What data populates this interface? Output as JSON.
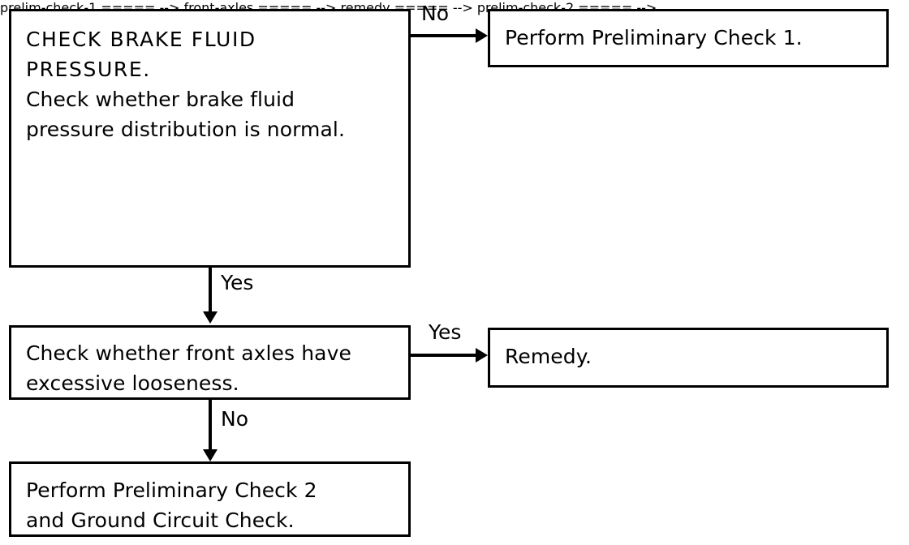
{
  "diagram": {
    "title": "Brake fluid pressure diagnostic flowchart",
    "ink_color": "#000000",
    "background_color": "#ffffff",
    "nodes": [
      {
        "id": "brake-fluid",
        "kind": "decision",
        "heading": "CHECK  BRAKE  FLUID\nPRESSURE.",
        "body": "Check whether brake fluid\npressure distribution is normal."
      },
      {
        "id": "prelim-check-1",
        "kind": "process",
        "text": "Perform Preliminary Check 1."
      },
      {
        "id": "front-axles",
        "kind": "decision",
        "text": "Check whether front axles have\nexcessive looseness."
      },
      {
        "id": "remedy",
        "kind": "process",
        "text": "Remedy."
      },
      {
        "id": "prelim-check-2",
        "kind": "process",
        "text": "Perform Preliminary Check 2\nand Ground Circuit Check."
      }
    ],
    "edges": [
      {
        "id": "no-1",
        "from": "brake-fluid",
        "to": "prelim-check-1",
        "label": "No",
        "direction": "right"
      },
      {
        "id": "yes-1",
        "from": "brake-fluid",
        "to": "front-axles",
        "label": "Yes",
        "direction": "down"
      },
      {
        "id": "yes-2",
        "from": "front-axles",
        "to": "remedy",
        "label": "Yes",
        "direction": "right"
      },
      {
        "id": "no-2",
        "from": "front-axles",
        "to": "prelim-check-2",
        "label": "No",
        "direction": "down"
      }
    ]
  }
}
